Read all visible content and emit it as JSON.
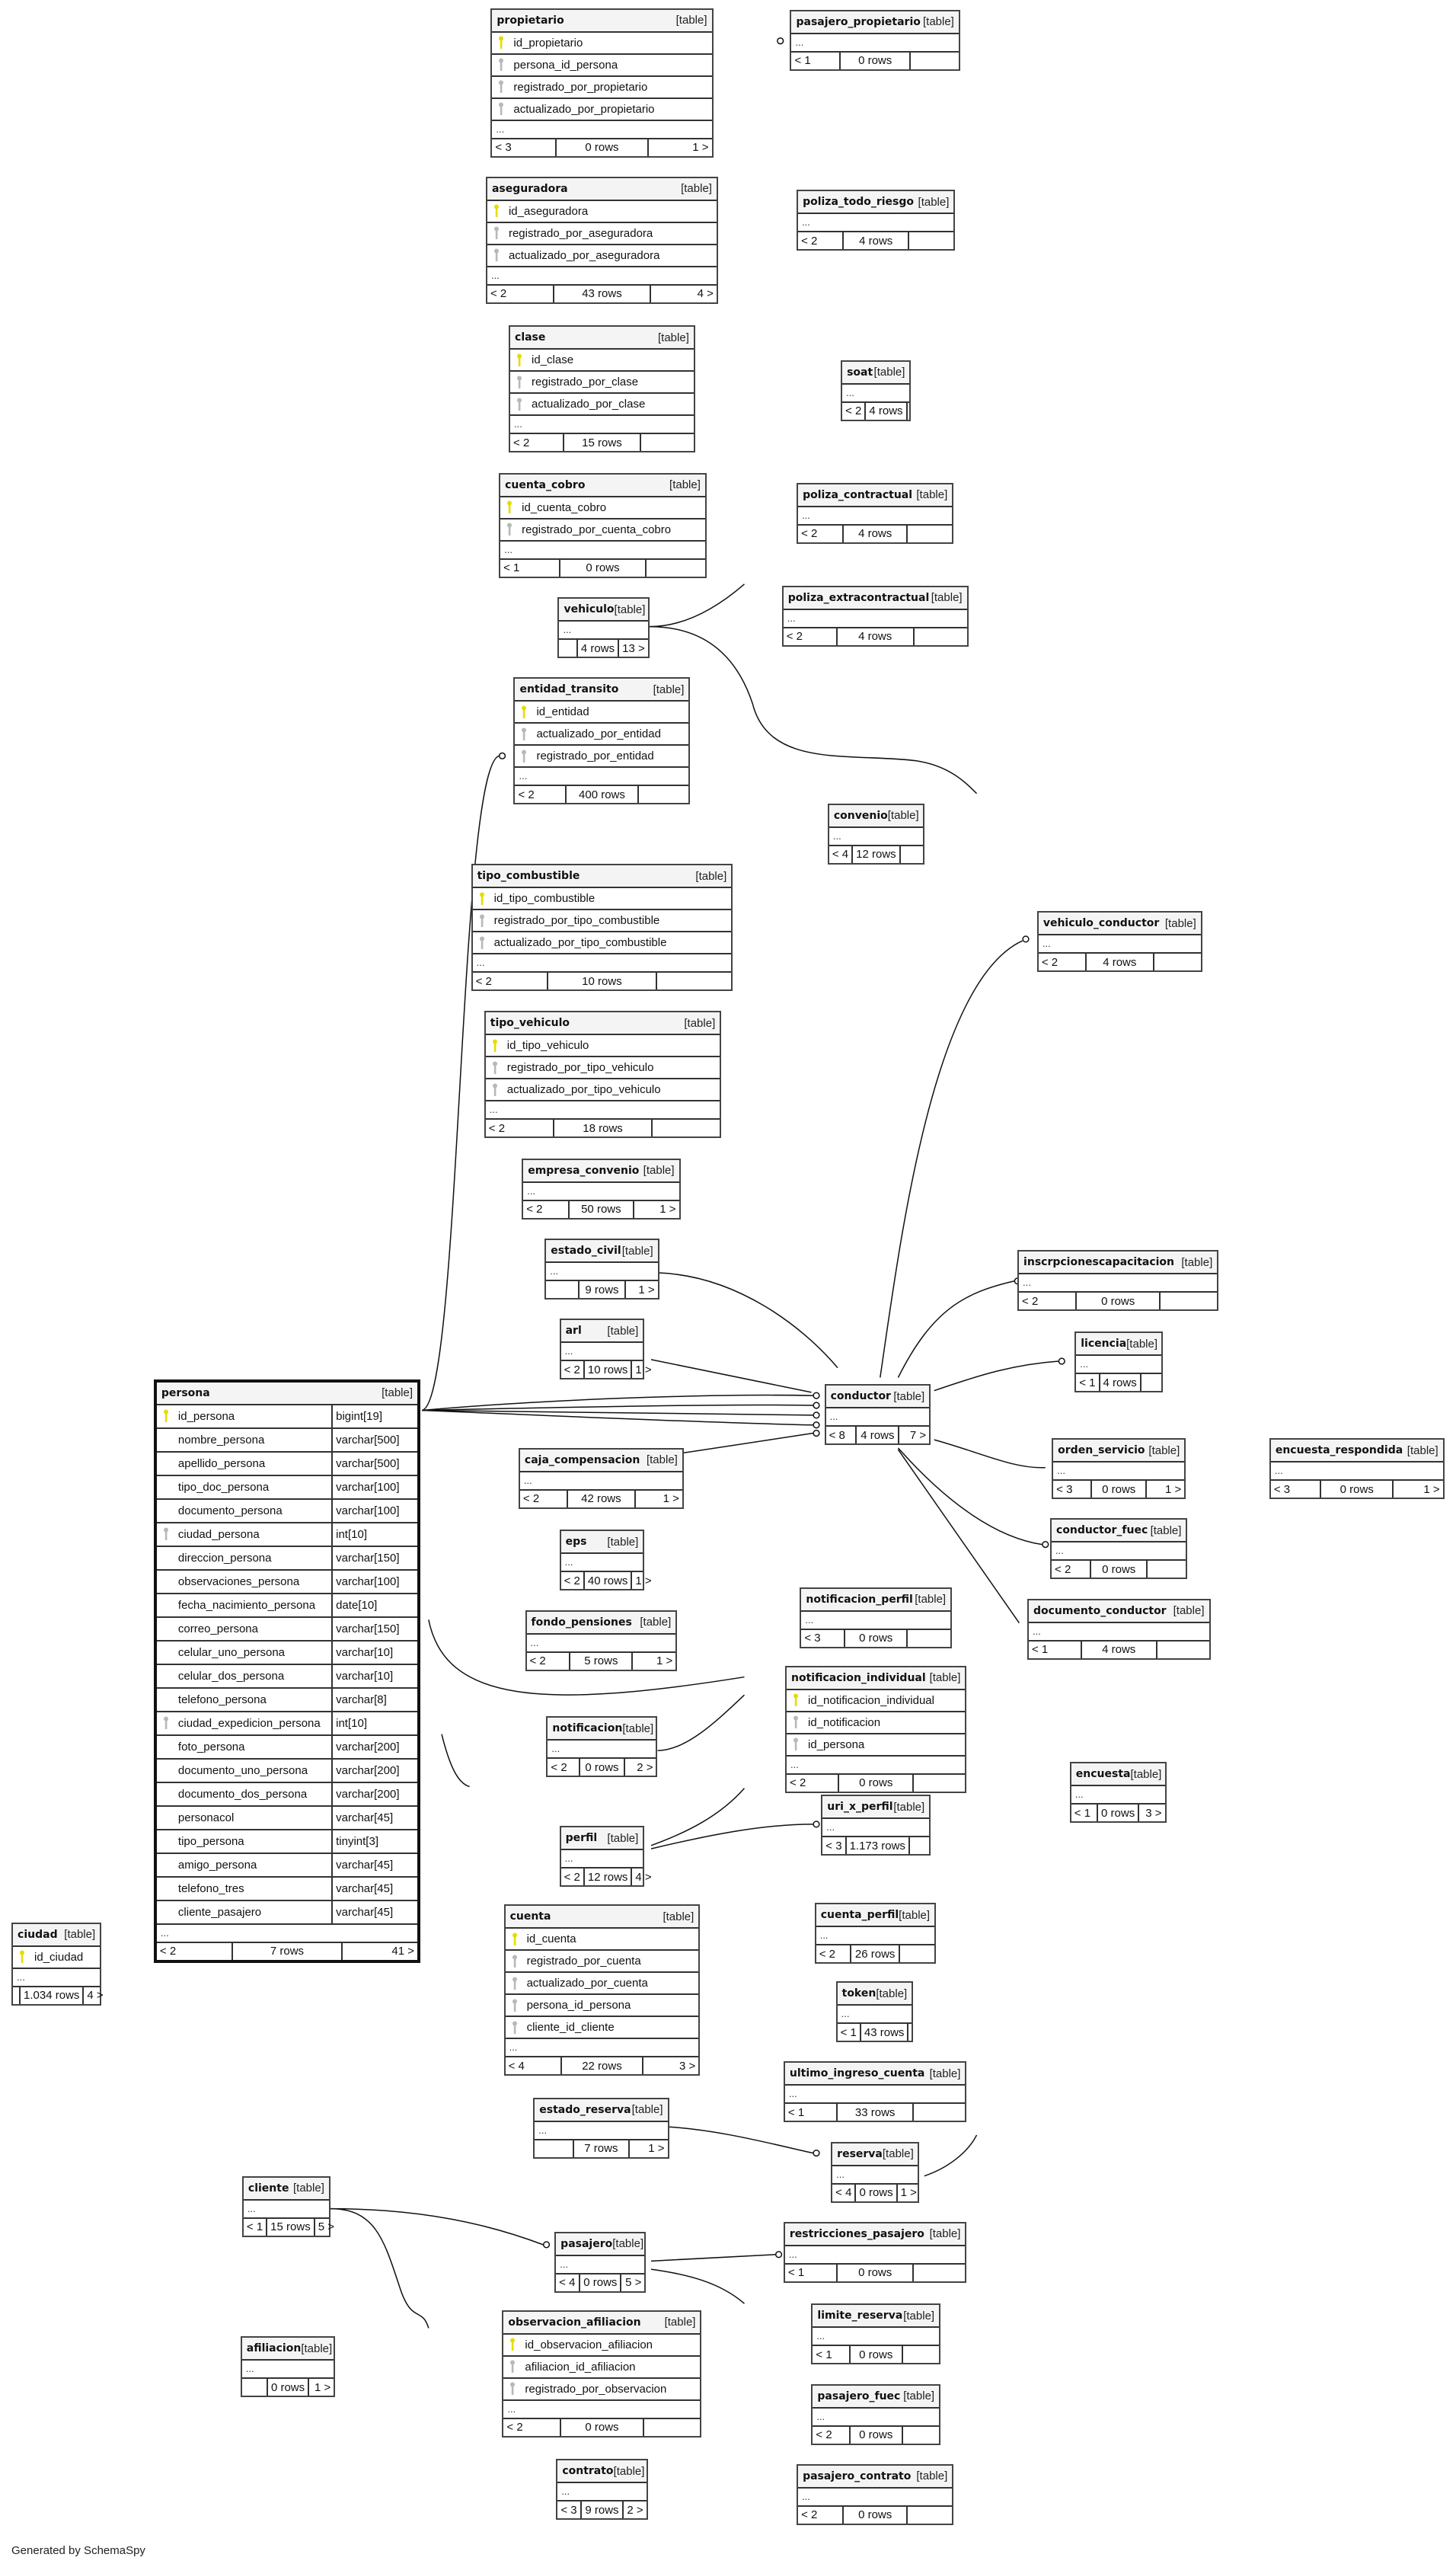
{
  "table_tag": "[table]",
  "ellipsis": "...",
  "generated_by": "Generated by SchemaSpy",
  "colors": {
    "primary_key": "#e6dc00",
    "foreign_key": "#b8b8b8",
    "header_bg": "#f4f4f4"
  },
  "tables": [
    {
      "name": "propietario",
      "columns": [
        {
          "name": "id_propietario",
          "key": "pk"
        },
        {
          "name": "persona_id_persona",
          "key": "fk"
        },
        {
          "name": "registrado_por_propietario",
          "key": "fk"
        },
        {
          "name": "actualizado_por_propietario",
          "key": "fk"
        }
      ],
      "footer": {
        "parents": "< 3",
        "rows": "0 rows",
        "children": "1 >"
      }
    },
    {
      "name": "pasajero_propietario",
      "columns": [],
      "footer": {
        "parents": "< 1",
        "rows": "0 rows",
        "children": ""
      }
    },
    {
      "name": "aseguradora",
      "columns": [
        {
          "name": "id_aseguradora",
          "key": "pk"
        },
        {
          "name": "registrado_por_aseguradora",
          "key": "fk"
        },
        {
          "name": "actualizado_por_aseguradora",
          "key": "fk"
        }
      ],
      "footer": {
        "parents": "< 2",
        "rows": "43 rows",
        "children": "4 >"
      }
    },
    {
      "name": "poliza_todo_riesgo",
      "columns": [],
      "footer": {
        "parents": "< 2",
        "rows": "4 rows",
        "children": ""
      }
    },
    {
      "name": "clase",
      "columns": [
        {
          "name": "id_clase",
          "key": "pk"
        },
        {
          "name": "registrado_por_clase",
          "key": "fk"
        },
        {
          "name": "actualizado_por_clase",
          "key": "fk"
        }
      ],
      "footer": {
        "parents": "< 2",
        "rows": "15 rows",
        "children": ""
      }
    },
    {
      "name": "soat",
      "columns": [],
      "footer": {
        "parents": "< 2",
        "rows": "4 rows",
        "children": ""
      }
    },
    {
      "name": "cuenta_cobro",
      "columns": [
        {
          "name": "id_cuenta_cobro",
          "key": "pk"
        },
        {
          "name": "registrado_por_cuenta_cobro",
          "key": "fk"
        }
      ],
      "footer": {
        "parents": "< 1",
        "rows": "0 rows",
        "children": ""
      }
    },
    {
      "name": "poliza_contractual",
      "columns": [],
      "footer": {
        "parents": "< 2",
        "rows": "4 rows",
        "children": ""
      }
    },
    {
      "name": "vehiculo",
      "columns": [],
      "footer": {
        "parents": "",
        "rows": "4 rows",
        "children": "13 >"
      }
    },
    {
      "name": "poliza_extracontractual",
      "columns": [],
      "footer": {
        "parents": "< 2",
        "rows": "4 rows",
        "children": ""
      }
    },
    {
      "name": "entidad_transito",
      "columns": [
        {
          "name": "id_entidad",
          "key": "pk"
        },
        {
          "name": "actualizado_por_entidad",
          "key": "fk"
        },
        {
          "name": "registrado_por_entidad",
          "key": "fk"
        }
      ],
      "footer": {
        "parents": "< 2",
        "rows": "400 rows",
        "children": ""
      }
    },
    {
      "name": "convenio",
      "columns": [],
      "footer": {
        "parents": "< 4",
        "rows": "12 rows",
        "children": ""
      }
    },
    {
      "name": "tipo_combustible",
      "columns": [
        {
          "name": "id_tipo_combustible",
          "key": "pk"
        },
        {
          "name": "registrado_por_tipo_combustible",
          "key": "fk"
        },
        {
          "name": "actualizado_por_tipo_combustible",
          "key": "fk"
        }
      ],
      "footer": {
        "parents": "< 2",
        "rows": "10 rows",
        "children": ""
      }
    },
    {
      "name": "vehiculo_conductor",
      "columns": [],
      "footer": {
        "parents": "< 2",
        "rows": "4 rows",
        "children": ""
      }
    },
    {
      "name": "tipo_vehiculo",
      "columns": [
        {
          "name": "id_tipo_vehiculo",
          "key": "pk"
        },
        {
          "name": "registrado_por_tipo_vehiculo",
          "key": "fk"
        },
        {
          "name": "actualizado_por_tipo_vehiculo",
          "key": "fk"
        }
      ],
      "footer": {
        "parents": "< 2",
        "rows": "18 rows",
        "children": ""
      }
    },
    {
      "name": "empresa_convenio",
      "columns": [],
      "footer": {
        "parents": "< 2",
        "rows": "50 rows",
        "children": "1 >"
      }
    },
    {
      "name": "estado_civil",
      "columns": [],
      "footer": {
        "parents": "",
        "rows": "9 rows",
        "children": "1 >"
      }
    },
    {
      "name": "inscrpcionescapacitacion",
      "columns": [],
      "footer": {
        "parents": "< 2",
        "rows": "0 rows",
        "children": ""
      }
    },
    {
      "name": "arl",
      "columns": [],
      "footer": {
        "parents": "< 2",
        "rows": "10 rows",
        "children": "1 >"
      }
    },
    {
      "name": "licencia",
      "columns": [],
      "footer": {
        "parents": "< 1",
        "rows": "4 rows",
        "children": ""
      }
    },
    {
      "name": "persona",
      "selected": true,
      "columns": [
        {
          "name": "id_persona",
          "type": "bigint[19]",
          "key": "pk"
        },
        {
          "name": "nombre_persona",
          "type": "varchar[500]"
        },
        {
          "name": "apellido_persona",
          "type": "varchar[500]"
        },
        {
          "name": "tipo_doc_persona",
          "type": "varchar[100]"
        },
        {
          "name": "documento_persona",
          "type": "varchar[100]"
        },
        {
          "name": "ciudad_persona",
          "type": "int[10]",
          "key": "fk"
        },
        {
          "name": "direccion_persona",
          "type": "varchar[150]"
        },
        {
          "name": "observaciones_persona",
          "type": "varchar[100]"
        },
        {
          "name": "fecha_nacimiento_persona",
          "type": "date[10]"
        },
        {
          "name": "correo_persona",
          "type": "varchar[150]"
        },
        {
          "name": "celular_uno_persona",
          "type": "varchar[10]"
        },
        {
          "name": "celular_dos_persona",
          "type": "varchar[10]"
        },
        {
          "name": "telefono_persona",
          "type": "varchar[8]"
        },
        {
          "name": "ciudad_expedicion_persona",
          "type": "int[10]",
          "key": "fk"
        },
        {
          "name": "foto_persona",
          "type": "varchar[200]"
        },
        {
          "name": "documento_uno_persona",
          "type": "varchar[200]"
        },
        {
          "name": "documento_dos_persona",
          "type": "varchar[200]"
        },
        {
          "name": "personacol",
          "type": "varchar[45]"
        },
        {
          "name": "tipo_persona",
          "type": "tinyint[3]"
        },
        {
          "name": "amigo_persona",
          "type": "varchar[45]"
        },
        {
          "name": "telefono_tres",
          "type": "varchar[45]"
        },
        {
          "name": "cliente_pasajero",
          "type": "varchar[45]"
        }
      ],
      "footer": {
        "parents": "< 2",
        "rows": "7 rows",
        "children": "41 >"
      }
    },
    {
      "name": "conductor",
      "columns": [],
      "footer": {
        "parents": "< 8",
        "rows": "4 rows",
        "children": "7 >"
      }
    },
    {
      "name": "orden_servicio",
      "columns": [],
      "footer": {
        "parents": "< 3",
        "rows": "0 rows",
        "children": "1 >"
      }
    },
    {
      "name": "encuesta_respondida",
      "columns": [],
      "footer": {
        "parents": "< 3",
        "rows": "0 rows",
        "children": "1 >"
      }
    },
    {
      "name": "caja_compensacion",
      "columns": [],
      "footer": {
        "parents": "< 2",
        "rows": "42 rows",
        "children": "1 >"
      }
    },
    {
      "name": "conductor_fuec",
      "columns": [],
      "footer": {
        "parents": "< 2",
        "rows": "0 rows",
        "children": ""
      }
    },
    {
      "name": "eps",
      "columns": [],
      "footer": {
        "parents": "< 2",
        "rows": "40 rows",
        "children": "1 >"
      }
    },
    {
      "name": "documento_conductor",
      "columns": [],
      "footer": {
        "parents": "< 1",
        "rows": "4 rows",
        "children": ""
      }
    },
    {
      "name": "notificacion_perfil",
      "columns": [],
      "footer": {
        "parents": "< 3",
        "rows": "0 rows",
        "children": ""
      }
    },
    {
      "name": "fondo_pensiones",
      "columns": [],
      "footer": {
        "parents": "< 2",
        "rows": "5 rows",
        "children": "1 >"
      }
    },
    {
      "name": "notificacion_individual",
      "columns": [
        {
          "name": "id_notificacion_individual",
          "key": "pk"
        },
        {
          "name": "id_notificacion",
          "key": "fk"
        },
        {
          "name": "id_persona",
          "key": "fk"
        }
      ],
      "footer": {
        "parents": "< 2",
        "rows": "0 rows",
        "children": ""
      }
    },
    {
      "name": "notificacion",
      "columns": [],
      "footer": {
        "parents": "< 2",
        "rows": "0 rows",
        "children": "2 >"
      }
    },
    {
      "name": "encuesta",
      "columns": [],
      "footer": {
        "parents": "< 1",
        "rows": "0 rows",
        "children": "3 >"
      }
    },
    {
      "name": "uri_x_perfil",
      "columns": [],
      "footer": {
        "parents": "< 3",
        "rows": "1.173 rows",
        "children": ""
      }
    },
    {
      "name": "perfil",
      "columns": [],
      "footer": {
        "parents": "< 2",
        "rows": "12 rows",
        "children": "4 >"
      }
    },
    {
      "name": "ciudad",
      "columns": [
        {
          "name": "id_ciudad",
          "key": "pk"
        }
      ],
      "footer": {
        "parents": "",
        "rows": "1.034 rows",
        "children": "4 >"
      }
    },
    {
      "name": "cuenta",
      "columns": [
        {
          "name": "id_cuenta",
          "key": "pk"
        },
        {
          "name": "registrado_por_cuenta",
          "key": "fk"
        },
        {
          "name": "actualizado_por_cuenta",
          "key": "fk"
        },
        {
          "name": "persona_id_persona",
          "key": "fk"
        },
        {
          "name": "cliente_id_cliente",
          "key": "fk"
        }
      ],
      "footer": {
        "parents": "< 4",
        "rows": "22 rows",
        "children": "3 >"
      }
    },
    {
      "name": "cuenta_perfil",
      "columns": [],
      "footer": {
        "parents": "< 2",
        "rows": "26 rows",
        "children": ""
      }
    },
    {
      "name": "token",
      "columns": [],
      "footer": {
        "parents": "< 1",
        "rows": "43 rows",
        "children": ""
      }
    },
    {
      "name": "ultimo_ingreso_cuenta",
      "columns": [],
      "footer": {
        "parents": "< 1",
        "rows": "33 rows",
        "children": ""
      }
    },
    {
      "name": "estado_reserva",
      "columns": [],
      "footer": {
        "parents": "",
        "rows": "7 rows",
        "children": "1 >"
      }
    },
    {
      "name": "reserva",
      "columns": [],
      "footer": {
        "parents": "< 4",
        "rows": "0 rows",
        "children": "1 >"
      }
    },
    {
      "name": "cliente",
      "columns": [],
      "footer": {
        "parents": "< 1",
        "rows": "15 rows",
        "children": "5 >"
      }
    },
    {
      "name": "pasajero",
      "columns": [],
      "footer": {
        "parents": "< 4",
        "rows": "0 rows",
        "children": "5 >"
      }
    },
    {
      "name": "restricciones_pasajero",
      "columns": [],
      "footer": {
        "parents": "< 1",
        "rows": "0 rows",
        "children": ""
      }
    },
    {
      "name": "limite_reserva",
      "columns": [],
      "footer": {
        "parents": "< 1",
        "rows": "0 rows",
        "children": ""
      }
    },
    {
      "name": "observacion_afiliacion",
      "columns": [
        {
          "name": "id_observacion_afiliacion",
          "key": "pk"
        },
        {
          "name": "afiliacion_id_afiliacion",
          "key": "fk"
        },
        {
          "name": "registrado_por_observacion",
          "key": "fk"
        }
      ],
      "footer": {
        "parents": "< 2",
        "rows": "0 rows",
        "children": ""
      }
    },
    {
      "name": "afiliacion",
      "columns": [],
      "footer": {
        "parents": "",
        "rows": "0 rows",
        "children": "1 >"
      }
    },
    {
      "name": "pasajero_fuec",
      "columns": [],
      "footer": {
        "parents": "< 2",
        "rows": "0 rows",
        "children": ""
      }
    },
    {
      "name": "contrato",
      "columns": [],
      "footer": {
        "parents": "< 3",
        "rows": "9 rows",
        "children": "2 >"
      }
    },
    {
      "name": "pasajero_contrato",
      "columns": [],
      "footer": {
        "parents": "< 2",
        "rows": "0 rows",
        "children": ""
      }
    }
  ]
}
